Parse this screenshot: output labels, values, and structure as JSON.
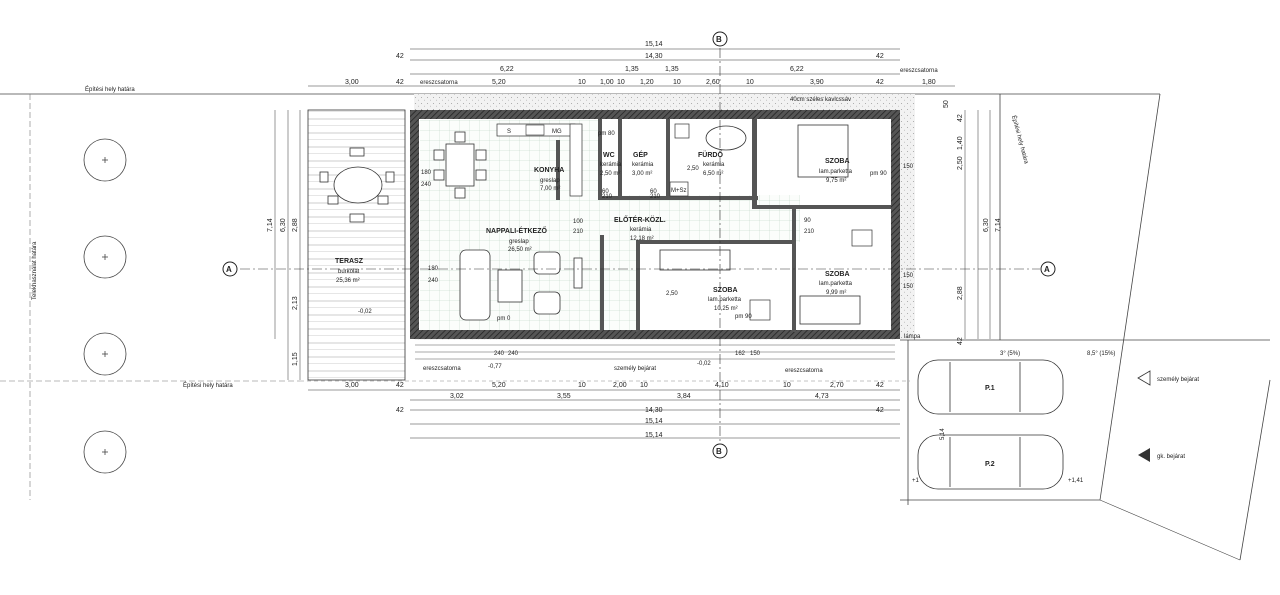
{
  "dims": {
    "top_total_outer": "15,14",
    "top_total_inner": "14,30",
    "top_42_left": "42",
    "top_42_right": "42",
    "top_row1": [
      "6,22",
      "1,35",
      "1,35",
      "6,22"
    ],
    "top_row2": [
      "3,00",
      "42",
      "5,20",
      "10",
      "1,00",
      "10",
      "1,20",
      "10",
      "2,60",
      "10",
      "3,90",
      "42",
      "1,80"
    ],
    "bottom_row1": [
      "3,00",
      "42",
      "5,20",
      "10",
      "2,00",
      "10",
      "4,10",
      "10",
      "2,70",
      "42"
    ],
    "bottom_row2": [
      "3,02",
      "3,55",
      "3,84",
      "4,73"
    ],
    "bottom_total_inner": "14,30",
    "bottom_total_outer_1": "15,14",
    "bottom_total_outer_2": "15,14",
    "bottom_42_left": "42",
    "bottom_42_right": "42",
    "left_total_outer": "7,14",
    "left_total_inner": "6,30",
    "left_segments": [
      "2,88",
      "2,13",
      "1,15"
    ],
    "right_total_outer": "7,14",
    "right_total_inner": "6,30",
    "right_segments": [
      "2,50",
      "2,88"
    ],
    "right_outer_marks": [
      "50",
      "42",
      "42",
      "1,40"
    ]
  },
  "section_marks": {
    "a_left": "A",
    "a_right": "A",
    "b_top": "B",
    "b_bottom": "B"
  },
  "site": {
    "boundary_top": "Építési hely határa",
    "boundary_bottom": "Építési hely határa",
    "boundary_right": "Építési hely határa",
    "neighbour_left": "Telekhasználat határa",
    "gravel": "40cm széles kavicssáv",
    "gutter_top_left": "ereszcsatorna",
    "gutter_top_right": "ereszcsatorna",
    "gutter_bottom_left": "ereszcsatorna",
    "gutter_bottom_right": "ereszcsatorna",
    "entrance": "személy bejárat",
    "lamp": "lámpa",
    "level_terrace": "-0,02",
    "level_terrace_out": "-0,77",
    "level_entrance": "-0,02",
    "level_car": "+1,41",
    "level_car_small": "+1",
    "slope_1": "3° (5%)",
    "slope_2": "8,5° (15%)",
    "parking_1": "P.1",
    "parking_2": "P.2",
    "parking_dim": "5,14",
    "gate_person": "személy bejárat",
    "gate_car": "gk. bejárat"
  },
  "rooms": [
    {
      "id": "terasz",
      "name": "TERASZ",
      "floor": "burkolat",
      "area": "25,36 m²"
    },
    {
      "id": "konyha",
      "name": "KONYHA",
      "floor": "greslap",
      "area": "7,00 m²"
    },
    {
      "id": "nappali",
      "name": "NAPPALI-ÉTKEZŐ",
      "floor": "greslap",
      "area": "26,50 m²"
    },
    {
      "id": "wc",
      "name": "WC",
      "floor": "kerámia",
      "area": "2,50 m²"
    },
    {
      "id": "gep",
      "name": "GÉP",
      "floor": "kerámia",
      "area": "3,00 m²"
    },
    {
      "id": "furdo",
      "name": "FÜRDŐ",
      "floor": "kerámia",
      "area": "6,50 m²"
    },
    {
      "id": "eloter",
      "name": "ELŐTÉR-KÖZL.",
      "floor": "kerámia",
      "area": "12,18 m²"
    },
    {
      "id": "szoba1",
      "name": "SZOBA",
      "floor": "lam.parketta",
      "area": "9,75 m²"
    },
    {
      "id": "szoba2",
      "name": "SZOBA",
      "floor": "lam.parketta",
      "area": "10,25 m²"
    },
    {
      "id": "szoba3",
      "name": "SZOBA",
      "floor": "lam.parketta",
      "area": "9,99 m²"
    }
  ],
  "openings": [
    "180",
    "240",
    "180",
    "240",
    "100",
    "210",
    "90",
    "210",
    "60",
    "210",
    "60",
    "210",
    "210",
    "90",
    "210",
    "150",
    "150",
    "150",
    "90",
    "90",
    "pm 90",
    "pm 90",
    "pm 80",
    "pm 0",
    "2,50",
    "2,50",
    "240",
    "240",
    "162",
    "150",
    "S",
    "MG",
    "M+Sz"
  ]
}
